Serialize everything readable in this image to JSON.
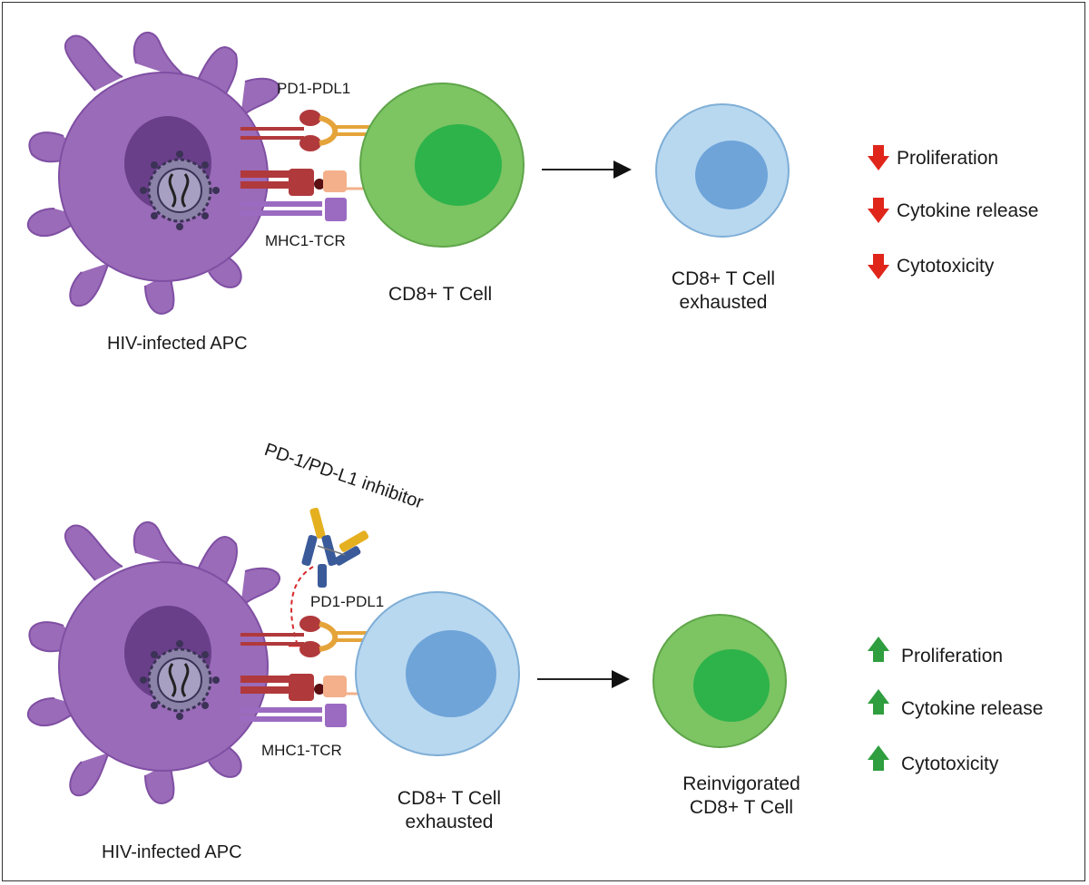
{
  "top_panel": {
    "apc_label": "HIV-infected APC",
    "pd1_label": "PD1-PDL1",
    "mhc_label": "MHC1-TCR",
    "tcell_label": "CD8+ T Cell",
    "result_label_line1": "CD8+ T Cell",
    "result_label_line2": "exhausted",
    "effects": [
      "Proliferation",
      "Cytokine release",
      "Cytotoxicity"
    ],
    "effect_direction": "down",
    "effect_color": "#e0261b"
  },
  "bottom_panel": {
    "apc_label": "HIV-infected APC",
    "inhibitor_label": "PD-1/PD-L1 inhibitor",
    "pd1_label": "PD1-PDL1",
    "mhc_label": "MHC1-TCR",
    "tcell_label_line1": "CD8+ T Cell",
    "tcell_label_line2": "exhausted",
    "result_label_line1": "Reinvigorated",
    "result_label_line2": "CD8+ T Cell",
    "effects": [
      "Proliferation",
      "Cytokine release",
      "Cytotoxicity"
    ],
    "effect_direction": "up",
    "effect_color": "#2e9e3e"
  },
  "colors": {
    "apc_body": "#9a6bb8",
    "apc_nucleus": "#6a3f8a",
    "healthy_cell": "#7dc463",
    "healthy_nucleus": "#2db34a",
    "exhausted_cell": "#b8d8f0",
    "exhausted_nucleus": "#6fa4d9"
  }
}
